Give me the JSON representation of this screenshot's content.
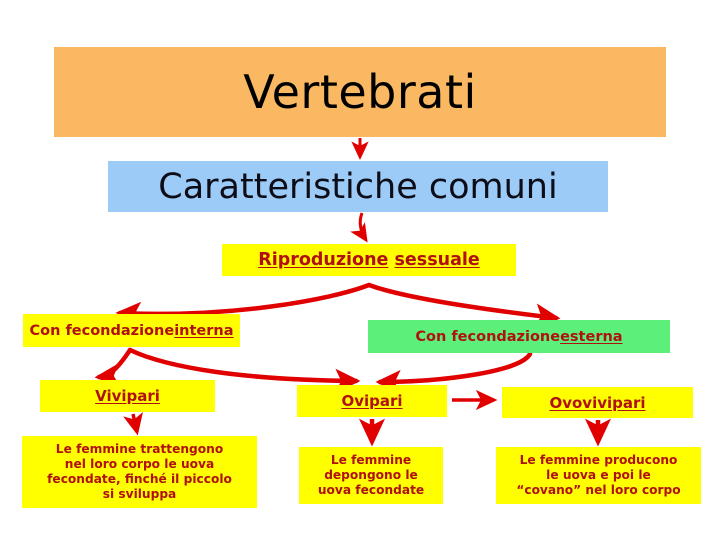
{
  "diagram": {
    "title": "Vertebrati",
    "language": "it",
    "type": "concept-map",
    "palette": {
      "orange": "#fbb862",
      "blue": "#9dcbf7",
      "yellow": "#ffff00",
      "green": "#5cf07a",
      "text_dark_red": "#b01010",
      "text_black": "#000000",
      "connector_red": "#e00000"
    }
  },
  "nodes": {
    "vertebrati": {
      "label": "Vertebrati"
    },
    "caratteristiche": {
      "label": "Caratteristiche comuni"
    },
    "riproduzione": {
      "word1": "Riproduzione",
      "word2": "sessuale"
    },
    "fecondazione_interna": {
      "prefix": "Con fecondazione ",
      "emphasis": "interna"
    },
    "fecondazione_esterna": {
      "prefix": "Con fecondazione ",
      "emphasis": "esterna"
    },
    "vivipari": {
      "label": "Vivipari"
    },
    "ovipari": {
      "label": "Ovipari"
    },
    "ovovivipari": {
      "label": "Ovovivipari"
    }
  },
  "descriptions": {
    "vivipari": {
      "line1": "Le femmine trattengono",
      "line2": "nel loro corpo le uova",
      "line3": "fecondate, finché il piccolo",
      "line4": "si sviluppa"
    },
    "ovipari": {
      "line1": "Le femmine",
      "line2": "depongono le",
      "line3": "uova fecondate"
    },
    "ovovivipari": {
      "line1": "Le femmine producono",
      "line2": "le uova e poi le",
      "line3": "“covano” nel loro corpo"
    }
  },
  "connectors": [
    {
      "from": "vertebrati",
      "to": "caratteristiche",
      "style": "straight-arrow"
    },
    {
      "from": "caratteristiche",
      "to": "riproduzione",
      "style": "straight-arrow"
    },
    {
      "from": "riproduzione",
      "to": "fecondazione_interna",
      "style": "curved-arrow"
    },
    {
      "from": "riproduzione",
      "to": "fecondazione_esterna",
      "style": "curved-arrow"
    },
    {
      "from": "fecondazione_interna",
      "to": "vivipari",
      "style": "curved-arrow"
    },
    {
      "from": "fecondazione_interna",
      "to": "ovipari",
      "style": "curved-arrow"
    },
    {
      "from": "fecondazione_esterna",
      "to": "ovipari",
      "style": "curved-arrow"
    },
    {
      "from": "ovipari",
      "to": "ovovivipari",
      "style": "straight-arrow"
    },
    {
      "from": "vivipari",
      "to": "desc_vivipari",
      "style": "straight-arrow"
    },
    {
      "from": "ovipari",
      "to": "desc_ovipari",
      "style": "straight-arrow"
    },
    {
      "from": "ovovivipari",
      "to": "desc_ovovivipari",
      "style": "straight-arrow"
    }
  ]
}
